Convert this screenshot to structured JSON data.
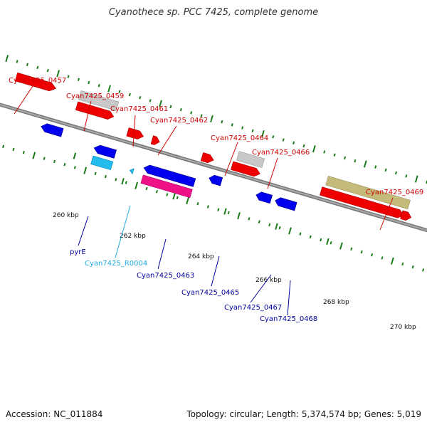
{
  "title": "Cyanothece sp. PCC 7425, complete genome",
  "footer": {
    "accession": "Accession: NC_011884",
    "summary": "Topology: circular; Length: 5,374,574 bp; Genes: 5,019"
  },
  "colors": {
    "backbone": "#888888",
    "tick": "#1a7a1a",
    "label_red": "#cc0000",
    "label_blue": "#000099",
    "label_cyan": "#22aadd",
    "gene_red": "#ff0000",
    "gene_blue": "#0000ee",
    "gene_gray": "#c8c8c8",
    "gene_cyan": "#22bbee",
    "gene_pink": "#ee1188",
    "gene_olive": "#c4bb7a"
  },
  "scale_labels": [
    "260 kbp",
    "262 kbp",
    "264 kbp",
    "266 kbp",
    "268 kbp",
    "270 kbp"
  ],
  "top_labels": [
    "Cyan7425_0457",
    "Cyan7425_0459",
    "Cyan7425_0461",
    "Cyan7425_0462",
    "Cyan7425_0464",
    "Cyan7425_0466",
    "Cyan7425_0469"
  ],
  "bottom_labels": [
    "pyrE",
    "Cyan7425_R0004",
    "Cyan7425_0463",
    "Cyan7425_0465",
    "Cyan7425_0467",
    "Cyan7425_0468"
  ]
}
